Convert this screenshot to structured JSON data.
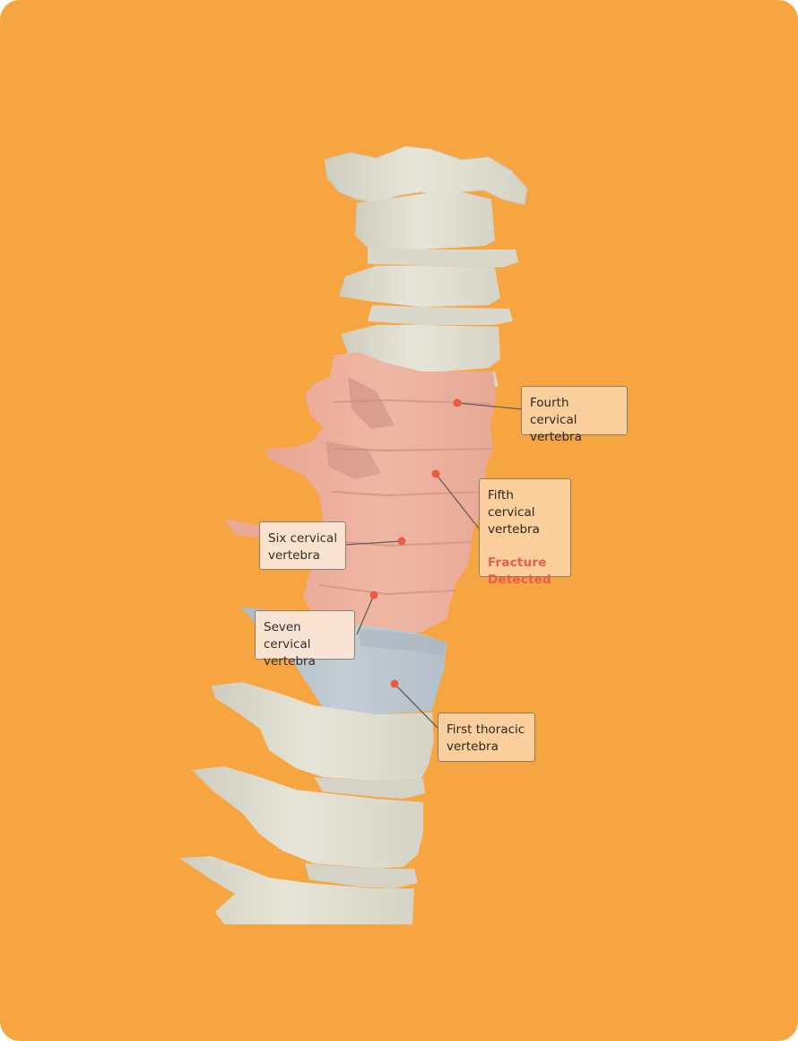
{
  "labels": {
    "fourth": {
      "line1": "Fourth cervical",
      "line2": "vertebra"
    },
    "fifth": {
      "line1": "Fifth cervical",
      "line2": "vertebra",
      "alert": "Fracture Detected",
      "alert_color": "#ec5b4e"
    },
    "six": {
      "line1": "Six cervical",
      "line2": "vertebra"
    },
    "seven": {
      "line1": "Seven cervical",
      "line2": "vertebra"
    },
    "first_thoracic": {
      "line1": "First thoracic",
      "line2": "vertebra"
    }
  },
  "colors": {
    "background": "#f7a540",
    "bone": "#e3e2d4",
    "highlight_cervical": "#eeb3a0",
    "highlight_thoracic": "#bcc6cf",
    "marker": "#ee5a43"
  }
}
